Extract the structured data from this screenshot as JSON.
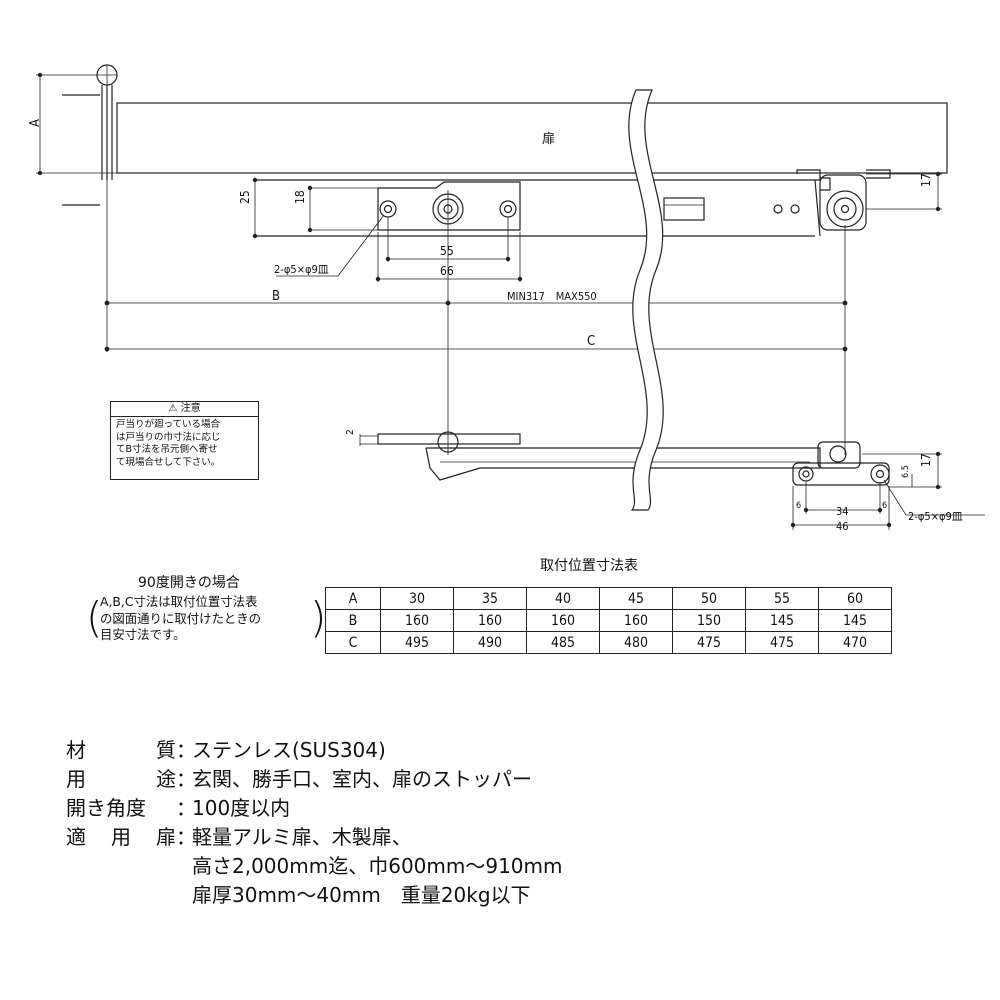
{
  "drawing": {
    "door_label": "扉",
    "dim_A": "A",
    "dim_B": "B",
    "dim_C": "C",
    "dim_17_top": "17",
    "dim_25": "25",
    "dim_18": "18",
    "dim_55": "55",
    "dim_66": "66",
    "hole_spec_left": "2-φ5×φ9皿",
    "minmax": "MIN317　MAX550",
    "dim_2": "2",
    "dim_17_bottom": "17",
    "dim_6_5": "6.5",
    "dim_6_left": "6",
    "dim_6_right": "6",
    "dim_34": "34",
    "dim_46": "46",
    "hole_spec_right": "2-φ5×φ9皿"
  },
  "caution": {
    "title": "⚠ 注意",
    "body": "戸当りが廻っている場合\nは戸当りの巾寸法に応じ\nてB寸法を吊元側へ寄せ\nて現場合せして下さい。"
  },
  "note90": {
    "title": "90度開きの場合",
    "body": "A,B,C寸法は取付位置寸法表\nの図面通りに取付けたときの\n目安寸法です。",
    "paren_open": "(",
    "paren_close": ")"
  },
  "table": {
    "title": "取付位置寸法表",
    "rows": [
      {
        "label": "A",
        "values": [
          "30",
          "35",
          "40",
          "45",
          "50",
          "55",
          "60"
        ]
      },
      {
        "label": "B",
        "values": [
          "160",
          "160",
          "160",
          "160",
          "150",
          "145",
          "145"
        ]
      },
      {
        "label": "C",
        "values": [
          "495",
          "490",
          "485",
          "480",
          "475",
          "475",
          "470"
        ]
      }
    ]
  },
  "specs": [
    {
      "label_chars": [
        "材",
        "質"
      ],
      "value": "ステンレス(SUS304)"
    },
    {
      "label_chars": [
        "用",
        "途"
      ],
      "value": "玄関、勝手口、室内、扉のストッパー"
    },
    {
      "label_chars": [
        "開き角度"
      ],
      "value": "100度以内"
    },
    {
      "label_chars": [
        "適",
        "用",
        "扉"
      ],
      "value": "軽量アルミ扉、木製扉、"
    },
    {
      "label_chars": [],
      "value": "高さ2,000mm迄、巾600mm〜910mm"
    },
    {
      "label_chars": [],
      "value": "扉厚30mm〜40mm　重量20kg以下"
    }
  ],
  "colon": "："
}
